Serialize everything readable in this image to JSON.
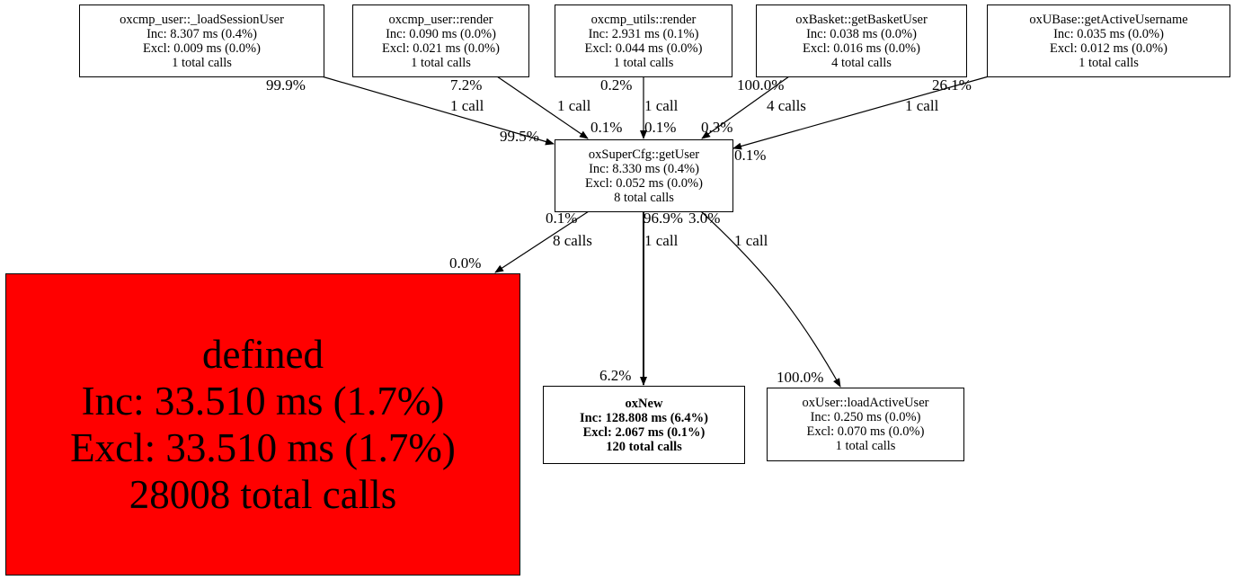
{
  "nodes": {
    "load_session_user": {
      "name": "oxcmp_user::_loadSessionUser",
      "inc": "Inc: 8.307 ms (0.4%)",
      "excl": "Excl: 0.009 ms (0.0%)",
      "calls": "1 total calls"
    },
    "user_render": {
      "name": "oxcmp_user::render",
      "inc": "Inc: 0.090 ms (0.0%)",
      "excl": "Excl: 0.021 ms (0.0%)",
      "calls": "1 total calls"
    },
    "utils_render": {
      "name": "oxcmp_utils::render",
      "inc": "Inc: 2.931 ms (0.1%)",
      "excl": "Excl: 0.044 ms (0.0%)",
      "calls": "1 total calls"
    },
    "basket_user": {
      "name": "oxBasket::getBasketUser",
      "inc": "Inc: 0.038 ms (0.0%)",
      "excl": "Excl: 0.016 ms (0.0%)",
      "calls": "4 total calls"
    },
    "active_username": {
      "name": "oxUBase::getActiveUsername",
      "inc": "Inc: 0.035 ms (0.0%)",
      "excl": "Excl: 0.012 ms (0.0%)",
      "calls": "1 total calls"
    },
    "get_user": {
      "name": "oxSuperCfg::getUser",
      "inc": "Inc: 8.330 ms (0.4%)",
      "excl": "Excl: 0.052 ms (0.0%)",
      "calls": "8 total calls"
    },
    "defined": {
      "name": "defined",
      "inc": "Inc: 33.510 ms (1.7%)",
      "excl": "Excl: 33.510 ms (1.7%)",
      "calls": "28008 total calls"
    },
    "oxnew": {
      "name": "oxNew",
      "inc": "Inc: 128.808 ms (6.4%)",
      "excl": "Excl: 2.067 ms (0.1%)",
      "calls": "120 total calls"
    },
    "load_active_user": {
      "name": "oxUser::loadActiveUser",
      "inc": "Inc: 0.250 ms (0.0%)",
      "excl": "Excl: 0.070 ms (0.0%)",
      "calls": "1 total calls"
    }
  },
  "edges": {
    "e1": {
      "from_pct": "99.9%",
      "calls": "1 call",
      "to_pct": "99.5%"
    },
    "e2": {
      "from_pct": "7.2%",
      "calls": "1 call",
      "to_pct": "0.1%"
    },
    "e3": {
      "from_pct": "0.2%",
      "calls": "1 call",
      "to_pct": "0.1%"
    },
    "e4": {
      "from_pct": "100.0%",
      "calls": "4 calls",
      "to_pct": "0.3%"
    },
    "e5": {
      "from_pct": "26.1%",
      "calls": "1 call",
      "to_pct": "0.1%"
    },
    "e6": {
      "from_pct": "0.1%",
      "calls": "8 calls",
      "to_pct": "0.0%"
    },
    "e7": {
      "from_pct": "96.9%",
      "calls": "1 call",
      "to_pct": "6.2%"
    },
    "e8": {
      "from_pct": "3.0%",
      "calls": "1 call",
      "to_pct": "100.0%"
    }
  },
  "colors": {
    "hot_node": "#ff0000",
    "stroke": "#000000"
  }
}
